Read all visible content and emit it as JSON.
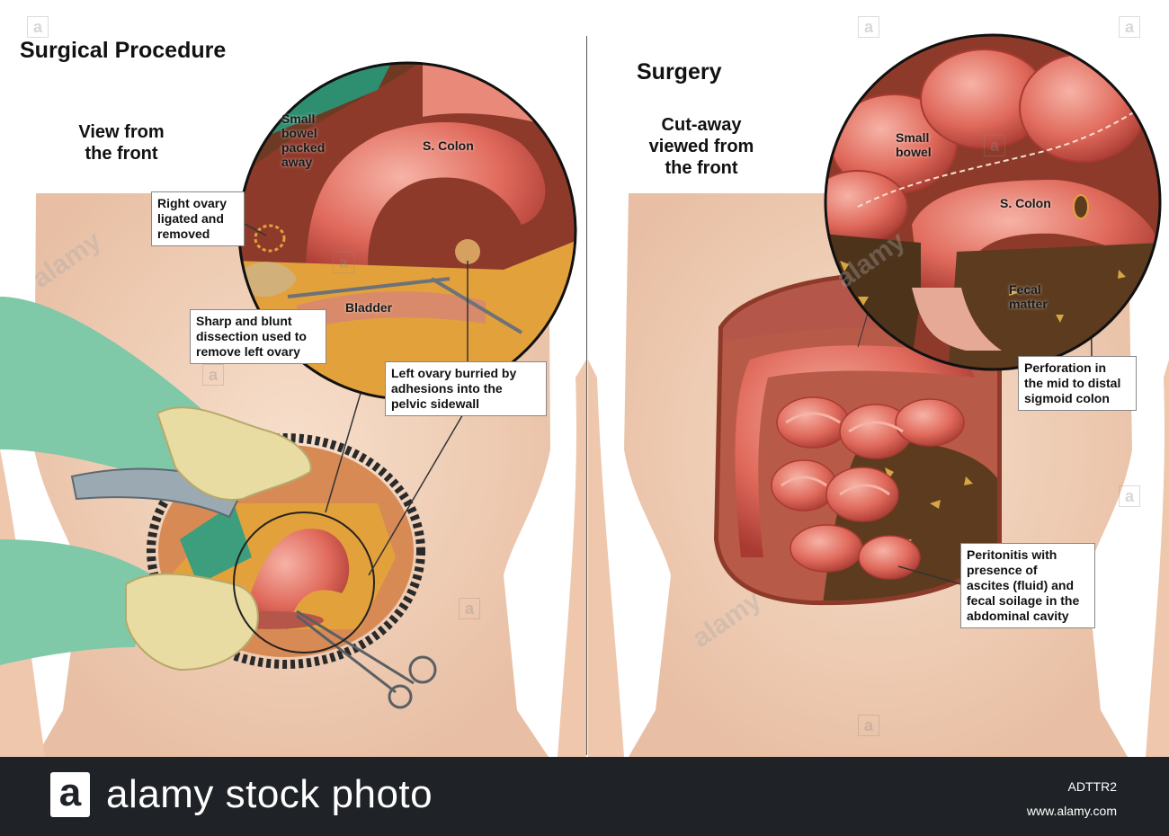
{
  "left_panel": {
    "title": "Surgical Procedure",
    "subtitle": "View from\nthe front",
    "labels": {
      "small_bowel": "Small\nbowel\npacked\naway",
      "s_colon": "S. Colon",
      "bladder": "Bladder"
    },
    "callouts": {
      "right_ovary": "Right ovary\nligated and\nremoved",
      "dissection": "Sharp and blunt\ndissection used to\nremove left ovary",
      "left_ovary": "Left ovary burried by\nadhesions into the\npelvic sidewall"
    }
  },
  "right_panel": {
    "title": "Surgery",
    "subtitle": "Cut-away\nviewed from\nthe front",
    "labels": {
      "small_bowel": "Small\nbowel",
      "s_colon": "S. Colon",
      "fecal_matter": "Fecal\nmatter"
    },
    "callouts": {
      "perforation": "Perforation in\nthe mid to distal\nsigmoid colon",
      "peritonitis": "Peritonitis with\npresence of\nascites (fluid) and\nfecal soilage in the\nabdominal cavity"
    }
  },
  "watermark": {
    "letter": "a",
    "word": "alamy"
  },
  "footer": {
    "logo_letter": "a",
    "brand": "alamy stock photo",
    "image_id": "ADTTR2",
    "site": "www.alamy.com"
  },
  "colors": {
    "skin": "#f3d3bd",
    "skin_shadow": "#e2b59b",
    "gown": "#7fc9a8",
    "glove": "#e8dca2",
    "bowel": "#e06a5c",
    "bowel_highlight": "#f6b3a6",
    "fat": "#e3a13b",
    "fecal": "#5c3b1e",
    "footer_bg": "#1f2226"
  }
}
